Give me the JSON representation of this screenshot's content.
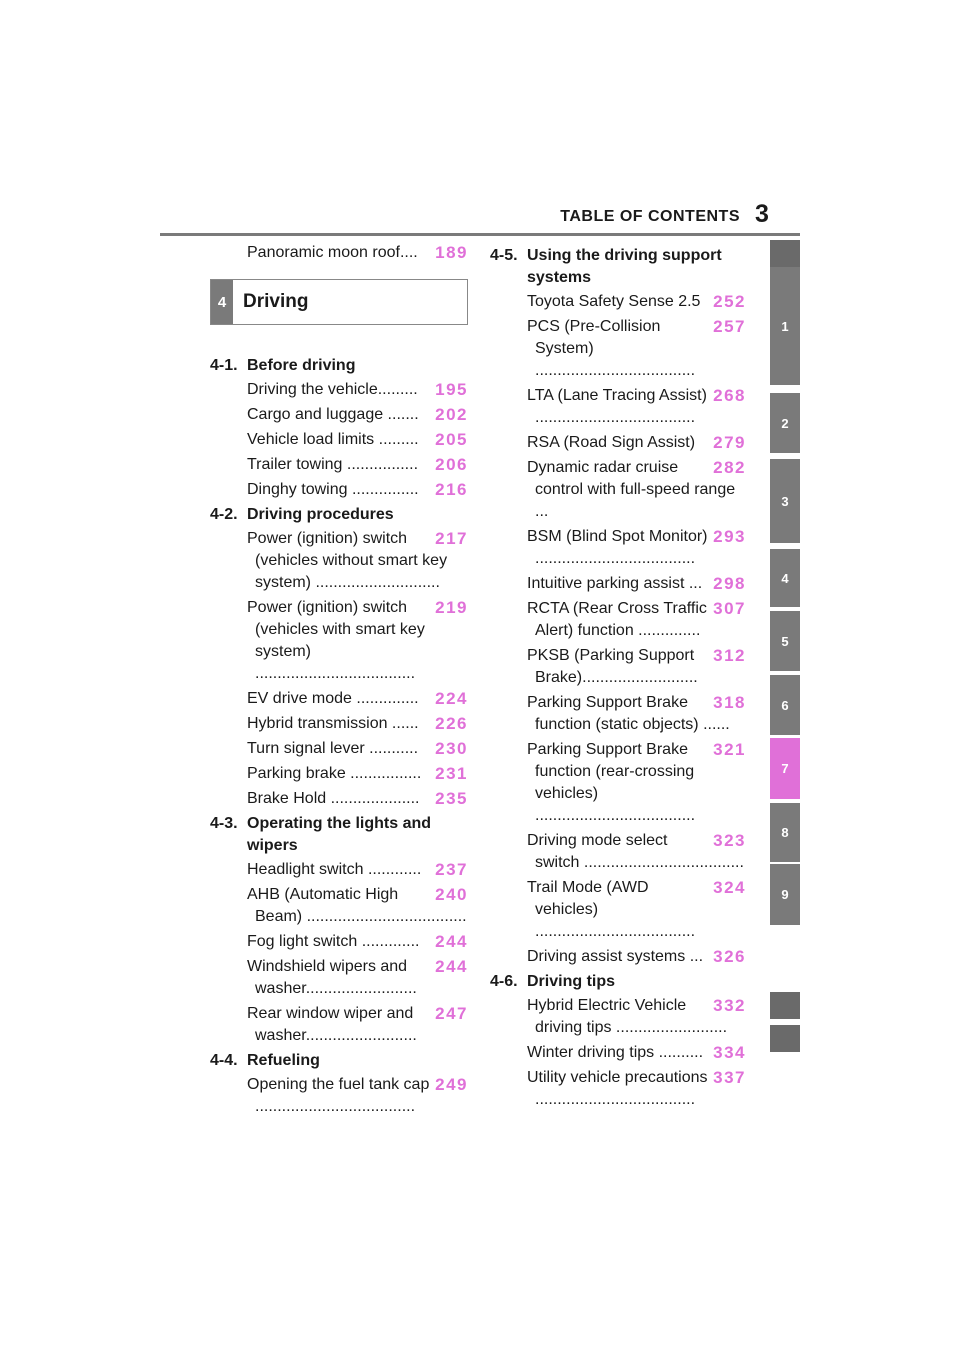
{
  "header": {
    "title": "TABLE OF CONTENTS",
    "page_number": "3"
  },
  "left_column": {
    "top_entry": {
      "label": "Panoramic moon roof....",
      "page": "189"
    },
    "chapter": {
      "number": "4",
      "title": "Driving"
    },
    "sections": [
      {
        "number": "4-1.",
        "title": "Before driving",
        "entries": [
          {
            "label": "Driving the vehicle.........",
            "page": "195"
          },
          {
            "label": "Cargo and luggage .......",
            "page": "202"
          },
          {
            "label": "Vehicle load limits .........",
            "page": "205"
          },
          {
            "label": "Trailer towing ................",
            "page": "206"
          },
          {
            "label": "Dinghy towing ...............",
            "page": "216"
          }
        ]
      },
      {
        "number": "4-2.",
        "title": "Driving procedures",
        "entries": [
          {
            "label": "Power (ignition) switch (vehicles without smart key system) ............................",
            "page": "217"
          },
          {
            "label": "Power (ignition) switch (vehicles with smart key system) ....................................",
            "page": "219"
          },
          {
            "label": "EV drive mode ..............",
            "page": "224"
          },
          {
            "label": "Hybrid transmission ......",
            "page": "226"
          },
          {
            "label": "Turn signal lever ...........",
            "page": "230"
          },
          {
            "label": "Parking brake ................",
            "page": "231"
          },
          {
            "label": "Brake Hold ....................",
            "page": "235"
          }
        ]
      },
      {
        "number": "4-3.",
        "title": "Operating the lights and wipers",
        "entries": [
          {
            "label": "Headlight switch ............",
            "page": "237"
          },
          {
            "label": "AHB (Automatic High Beam) ....................................",
            "page": "240"
          },
          {
            "label": "Fog light switch .............",
            "page": "244"
          },
          {
            "label": "Windshield wipers and washer.........................",
            "page": "244"
          },
          {
            "label": "Rear window wiper and washer.........................",
            "page": "247"
          }
        ]
      },
      {
        "number": "4-4.",
        "title": "Refueling",
        "entries": [
          {
            "label": "Opening the fuel tank cap ....................................",
            "page": "249"
          }
        ]
      }
    ]
  },
  "right_column": {
    "sections": [
      {
        "number": "4-5.",
        "title": "Using the driving support systems",
        "entries": [
          {
            "label": "Toyota Safety Sense 2.5",
            "page": "252"
          },
          {
            "label": "PCS (Pre-Collision System) ....................................",
            "page": "257"
          },
          {
            "label": "LTA (Lane Tracing Assist) ....................................",
            "page": "268"
          },
          {
            "label": "RSA (Road Sign Assist)",
            "page": "279"
          },
          {
            "label": "Dynamic radar cruise control with full-speed range ...",
            "page": "282"
          },
          {
            "label": "BSM (Blind Spot Monitor) ....................................",
            "page": "293"
          },
          {
            "label": "Intuitive parking assist ...",
            "page": "298"
          },
          {
            "label": "RCTA (Rear Cross Traffic Alert) function ..............",
            "page": "307"
          },
          {
            "label": "PKSB (Parking Support Brake)..........................",
            "page": "312"
          },
          {
            "label": "Parking Support Brake function (static objects) ......",
            "page": "318"
          },
          {
            "label": "Parking Support Brake function (rear-crossing vehicles) ....................................",
            "page": "321"
          },
          {
            "label": "Driving mode select switch ....................................",
            "page": "323"
          },
          {
            "label": "Trail Mode (AWD vehicles) ....................................",
            "page": "324"
          },
          {
            "label": "Driving assist systems ...",
            "page": "326"
          }
        ]
      },
      {
        "number": "4-6.",
        "title": "Driving tips",
        "entries": [
          {
            "label": "Hybrid Electric Vehicle driving tips .........................",
            "page": "332"
          },
          {
            "label": "Winter driving tips ..........",
            "page": "334"
          },
          {
            "label": "Utility vehicle precautions ....................................",
            "page": "337"
          }
        ]
      }
    ]
  },
  "side_tabs": [
    {
      "label": ""
    },
    {
      "label": "1"
    },
    {
      "label": "2"
    },
    {
      "label": "3"
    },
    {
      "label": "4"
    },
    {
      "label": "5"
    },
    {
      "label": "6"
    },
    {
      "label": "7"
    },
    {
      "label": "8"
    },
    {
      "label": "9"
    },
    {
      "label": ""
    },
    {
      "label": ""
    }
  ],
  "colors": {
    "accent_pink": "#e070d8",
    "tab_gray": "#7a7a7a",
    "rule_gray": "#7a7a7a"
  }
}
